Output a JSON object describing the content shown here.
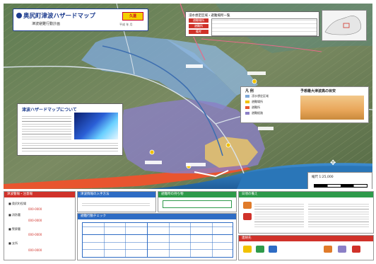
{
  "title": {
    "main": "奥尻町津波ハザードマップ",
    "badge": "久遠",
    "subtitle": "津波避難行動計画",
    "edition": "平成 年 月"
  },
  "info_top": {
    "heading": "浸水想定区域・避難場所一覧",
    "rows": [
      "避難場所",
      "避難所",
      "備考"
    ]
  },
  "about": {
    "title": "津波ハザードマップについて"
  },
  "legend": {
    "title": "凡 例",
    "right_title": "予想最大津波高の目安",
    "items": [
      "浸水想定区域",
      "避難場所",
      "避難所",
      "避難経路"
    ]
  },
  "scale": {
    "label": "縮尺 1:25,000"
  },
  "bottom": {
    "panels": [
      {
        "title": "津波警報・注意報",
        "color": "#d0322a"
      },
      {
        "title": "津波情報の入手方法",
        "color": "#2e6cc4"
      },
      {
        "title": "避難時の持ち物",
        "color": "#2e9a4a"
      },
      {
        "title": "日頃の備え",
        "color": "#2e9a4a"
      },
      {
        "title": "避難行動チェック",
        "color": "#2e6cc4"
      },
      {
        "title": "連絡先",
        "color": "#d0322a"
      }
    ],
    "phones": [
      "000-0000",
      "000-0000",
      "000-0000",
      "000-0000"
    ]
  },
  "colors": {
    "flood_blue": "#7fa9d8",
    "flood_purple": "#8b7fc6",
    "flood_yellow": "#e8c46a",
    "coast_red": "#e8552f",
    "sea": "#2a76b8"
  }
}
